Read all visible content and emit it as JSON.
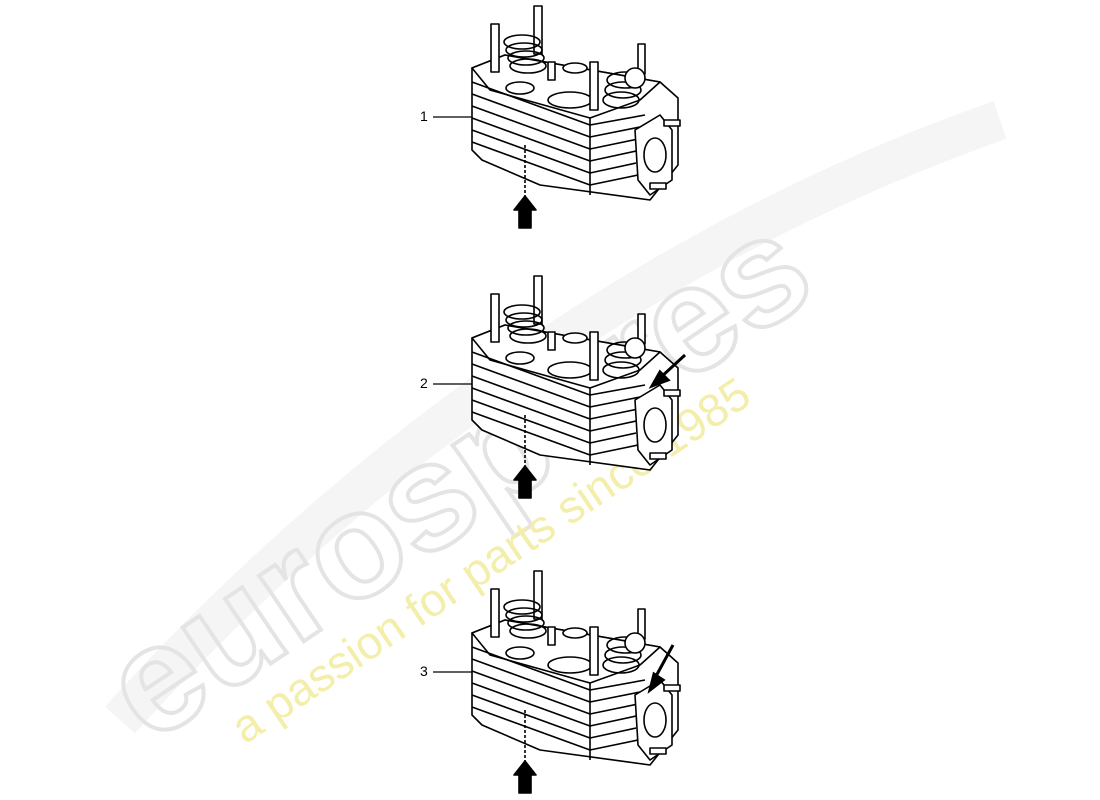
{
  "watermark": {
    "brand": "eurospares",
    "tagline": "a passion for parts since 1985",
    "brand_color": "#e6e6e6",
    "tagline_color": "#f3eeaa"
  },
  "parts": [
    {
      "label": "1",
      "variant": "cylinder-head",
      "marker_arrow": false
    },
    {
      "label": "2",
      "variant": "cylinder-head",
      "marker_arrow": true
    },
    {
      "label": "3",
      "variant": "cylinder-head",
      "marker_arrow": true
    }
  ]
}
